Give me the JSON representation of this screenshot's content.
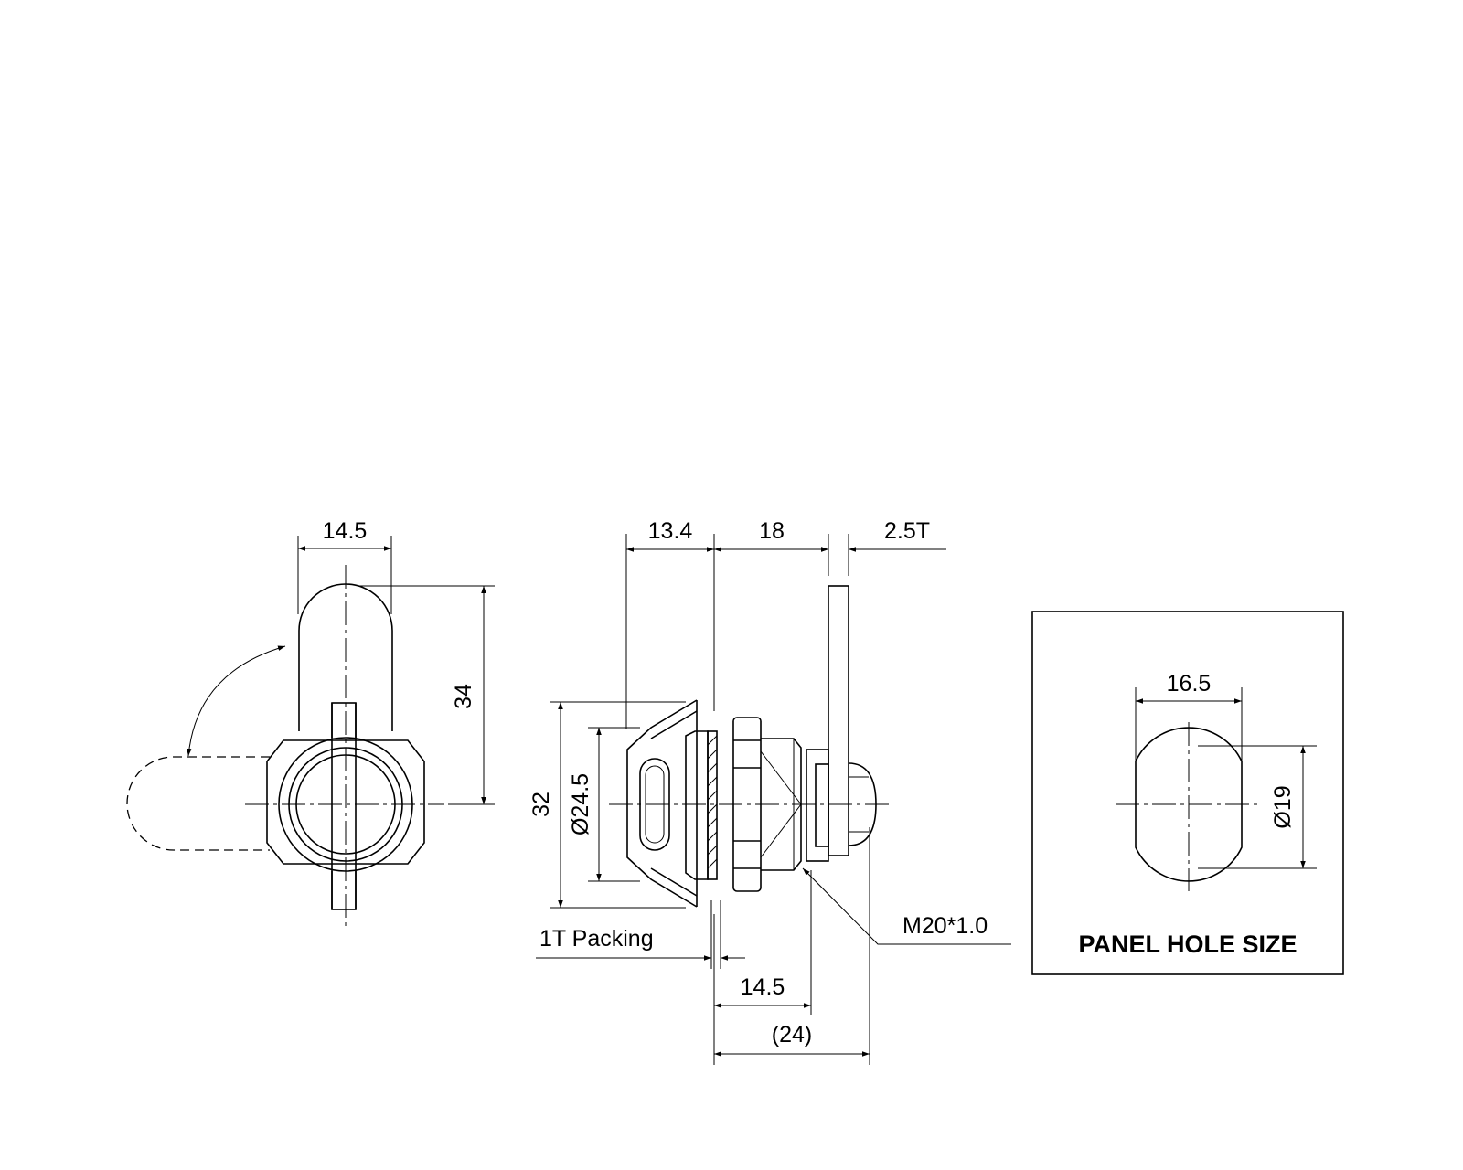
{
  "front_view": {
    "width_dim": "14.5",
    "height_dim": "34"
  },
  "side_view": {
    "dims": {
      "a": "13.4",
      "b": "18",
      "c": "2.5T",
      "height": "32",
      "diameter": "Ø24.5",
      "length_short": "14.5",
      "length_total": "(24)"
    },
    "labels": {
      "packing": "1T Packing",
      "thread": "M20*1.0"
    }
  },
  "panel_hole": {
    "title": "PANEL HOLE SIZE",
    "width_dim": "16.5",
    "diameter": "Ø19"
  }
}
